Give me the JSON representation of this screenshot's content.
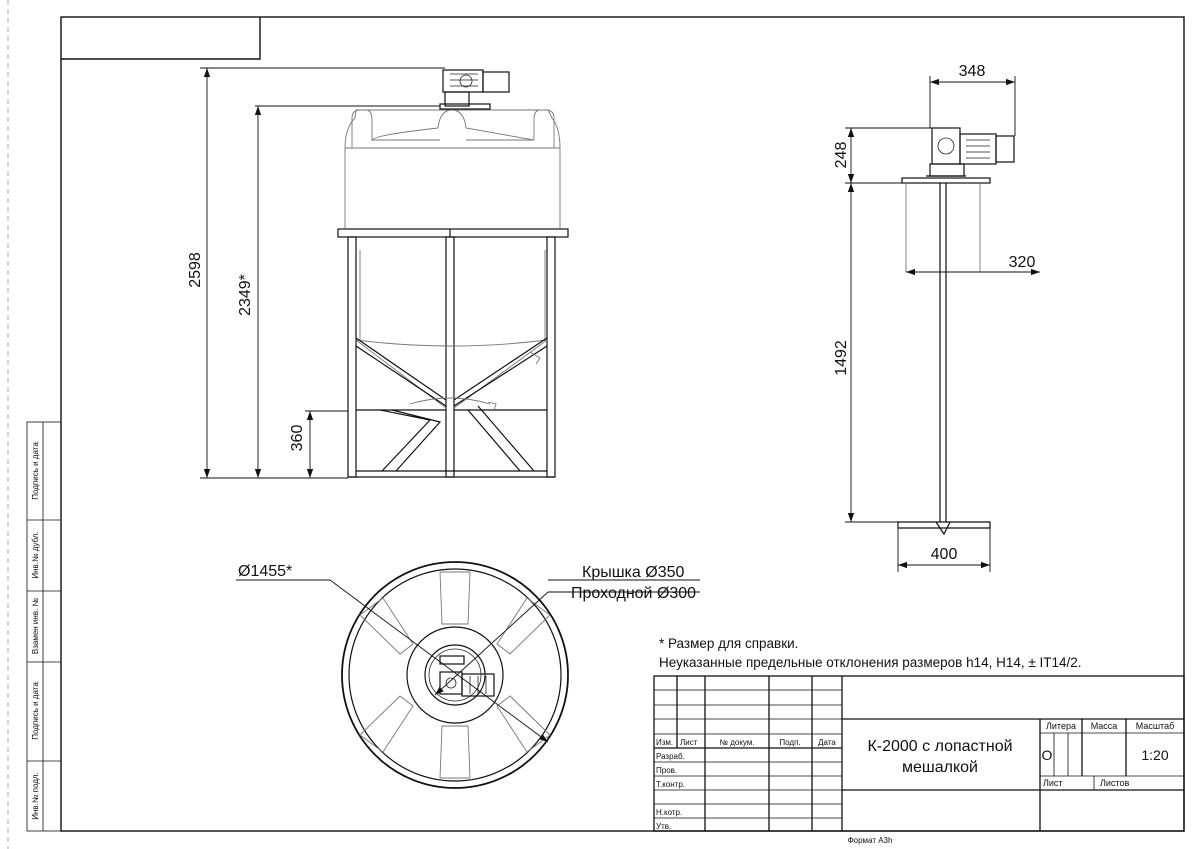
{
  "dimensions": {
    "front_total_height": "2598",
    "front_tank_height": "2349*",
    "front_leg_height": "360",
    "side_motor_width": "348",
    "side_motor_height": "248",
    "side_flange_width": "320",
    "side_shaft_length": "1492",
    "side_blade_width": "400",
    "top_diameter": "Ø1455*",
    "top_lid_label": "Крышка Ø350",
    "top_passage_label": "Проходной Ø300"
  },
  "notes": {
    "reference": "* Размер для справки.",
    "tolerances": "Неуказанные предельные отклонения размеров h14, H14, ± IT14/2."
  },
  "title_block": {
    "name_line1": "К-2000 с лопастной",
    "name_line2": "мешалкой",
    "col_izm": "Изм.",
    "col_list": "Лист",
    "col_doc": "№ докум.",
    "col_sign": "Подп.",
    "col_date": "Дата",
    "row_razrab": "Разраб.",
    "row_prov": "Пров.",
    "row_tkontr": "Т.контр.",
    "row_nkontr": "Н.котр.",
    "row_utv": "Утв.",
    "litera_label": "Литера",
    "mass_label": "Масса",
    "scale_label": "Масштаб",
    "litera_value": "О",
    "scale_value": "1:20",
    "sheet_label": "Лист",
    "sheets_label": "Листов",
    "format": "Формат А3h"
  },
  "side_stamps": {
    "sign_date_1": "Подпись и дата",
    "inv_dubl": "Инв.№ дубл.",
    "vzamen": "Взамен инв. №",
    "sign_date_2": "Подпись и дата",
    "inv_podl": "Инв.№ подл."
  }
}
